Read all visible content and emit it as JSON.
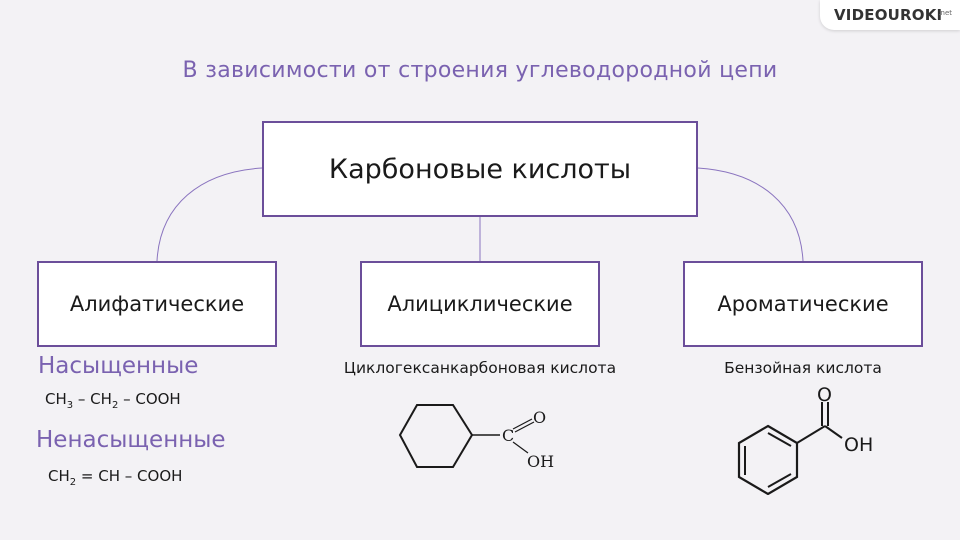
{
  "logo": {
    "text": "VIDEOUROKI",
    "suffix": ".net"
  },
  "subtitle": "В зависимости от строения углеводородной цепи",
  "main_box": "Карбоновые кислоты",
  "categories": [
    {
      "label": "Алифатические"
    },
    {
      "label": "Алициклические"
    },
    {
      "label": "Ароматические"
    }
  ],
  "aliphatic": {
    "saturated": {
      "heading": "Насыщенные",
      "formula": [
        "CH",
        "3",
        " – CH",
        "2",
        " – COOH"
      ]
    },
    "unsaturated": {
      "heading": "Ненасыщенные",
      "formula": [
        "CH",
        "2",
        " = CH – COOH"
      ]
    }
  },
  "alicyclic_example": {
    "name": "Циклогексанкарбоновая кислота",
    "labels": {
      "c": "C",
      "o": "O",
      "oh": "OH"
    }
  },
  "aromatic_example": {
    "name": "Бензойная кислота",
    "labels": {
      "o": "O",
      "oh": "OH"
    }
  },
  "colors": {
    "accent": "#7a62b0",
    "box_border": "#6b4e9a",
    "background": "#f3f2f5"
  }
}
